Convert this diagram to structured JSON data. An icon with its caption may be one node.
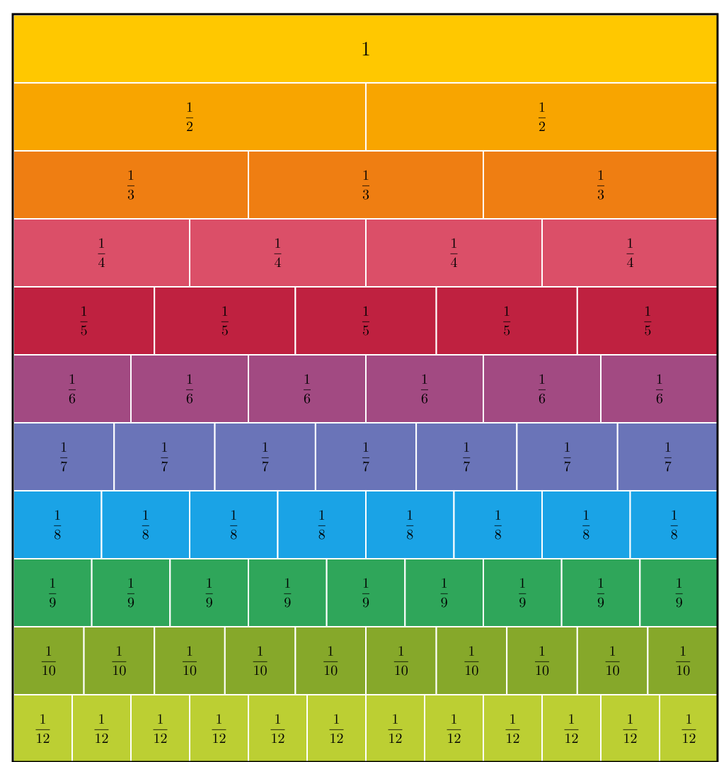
{
  "diagram": {
    "nodes": [
      {
        "text": [
          "1"
        ]
      },
      {
        "text": [
          "\\frac{1}{2}"
        ]
      },
      {
        "text": [
          "\\frac{1}{2}"
        ]
      },
      {
        "text": [
          "\\frac{1}{3}"
        ]
      },
      {
        "text": [
          "\\frac{1}{3}"
        ]
      },
      {
        "text": [
          "\\frac{1}{3}"
        ]
      },
      {
        "text": [
          "\\frac{1}{4}"
        ]
      },
      {
        "text": [
          "\\frac{1}{4}"
        ]
      },
      {
        "text": [
          "\\frac{1}{4}"
        ]
      },
      {
        "text": [
          "\\frac{1}{4}"
        ]
      },
      {
        "text": [
          "\\frac{1}{5}"
        ]
      },
      {
        "text": [
          "\\frac{1}{5}"
        ]
      },
      {
        "text": [
          "\\frac{1}{5}"
        ]
      },
      {
        "text": [
          "\\frac{1}{5}"
        ]
      },
      {
        "text": [
          "\\frac{1}{5}"
        ]
      },
      {
        "text": [
          "\\frac{1}{6}"
        ]
      },
      {
        "text": [
          "\\frac{1}{6}"
        ]
      },
      {
        "text": [
          "\\frac{1}{6}"
        ]
      },
      {
        "text": [
          "\\frac{1}{6}"
        ]
      },
      {
        "text": [
          "\\frac{1}{6}"
        ]
      },
      {
        "text": [
          "\\frac{1}{6}"
        ]
      },
      {
        "text": [
          "\\frac{1}{7}"
        ]
      },
      {
        "text": [
          "\\frac{1}{7}"
        ]
      },
      {
        "text": [
          "\\frac{1}{7}"
        ]
      },
      {
        "text": [
          "\\frac{1}{7}"
        ]
      },
      {
        "text": [
          "\\frac{1}{7}"
        ]
      },
      {
        "text": [
          "\\frac{1}{7}"
        ]
      },
      {
        "text": [
          "\\frac{1}{7}"
        ]
      },
      {
        "text": [
          "\\frac{1}{8}"
        ]
      },
      {
        "text": [
          "\\frac{1}{8}"
        ]
      },
      {
        "text": [
          "\\frac{1}{8}"
        ]
      },
      {
        "text": [
          "\\frac{1}{8}"
        ]
      },
      {
        "text": [
          "\\frac{1}{8}"
        ]
      },
      {
        "text": [
          "\\frac{1}{8}"
        ]
      },
      {
        "text": [
          "\\frac{1}{8}"
        ]
      },
      {
        "text": [
          "\\frac{1}{8}"
        ]
      },
      {
        "text": [
          "\\frac{1}{9}"
        ]
      },
      {
        "text": [
          "\\frac{1}{9}"
        ]
      },
      {
        "text": [
          "\\frac{1}{9}"
        ]
      },
      {
        "text": [
          "\\frac{1}{9}"
        ]
      },
      {
        "text": [
          "\\frac{1}{9}"
        ]
      },
      {
        "text": [
          "\\frac{1}{9}"
        ]
      },
      {
        "text": [
          "\\frac{1}{9}"
        ]
      },
      {
        "text": [
          "\\frac{1}{9}"
        ]
      },
      {
        "text": [
          "\\frac{1}{9}"
        ]
      },
      {
        "text": [
          "\\frac{1}{10}"
        ]
      },
      {
        "text": [
          "\\frac{1}{10}"
        ]
      },
      {
        "text": [
          "\\frac{1}{10}"
        ]
      },
      {
        "text": [
          "\\frac{1}{10}"
        ]
      },
      {
        "text": [
          "\\frac{1}{10}"
        ]
      },
      {
        "text": [
          "\\frac{1}{10}"
        ]
      },
      {
        "text": [
          "\\frac{1}{10}"
        ]
      },
      {
        "text": [
          "\\frac{1}{10}"
        ]
      },
      {
        "text": [
          "\\frac{1}{10}"
        ]
      },
      {
        "text": [
          "\\frac{1}{10}"
        ]
      },
      {
        "text": [
          "\\frac{1}{12}"
        ]
      },
      {
        "text": [
          "\\frac{1}{12}"
        ]
      },
      {
        "text": [
          "\\frac{1}{12}"
        ]
      },
      {
        "text": [
          "\\frac{1}{12}"
        ]
      },
      {
        "text": [
          "\\frac{1}{12}"
        ]
      },
      {
        "text": [
          "\\frac{1}{12}"
        ]
      },
      {
        "text": [
          "\\frac{1}{12}"
        ]
      },
      {
        "text": [
          "\\frac{1}{12}"
        ]
      },
      {
        "text": [
          "\\frac{1}{12}"
        ]
      },
      {
        "text": [
          "\\frac{1}{12}"
        ]
      },
      {
        "text": [
          "\\frac{1}{12}"
        ]
      },
      {
        "text": [
          "\\frac{1}{12}"
        ]
      }
    ]
  }
}
